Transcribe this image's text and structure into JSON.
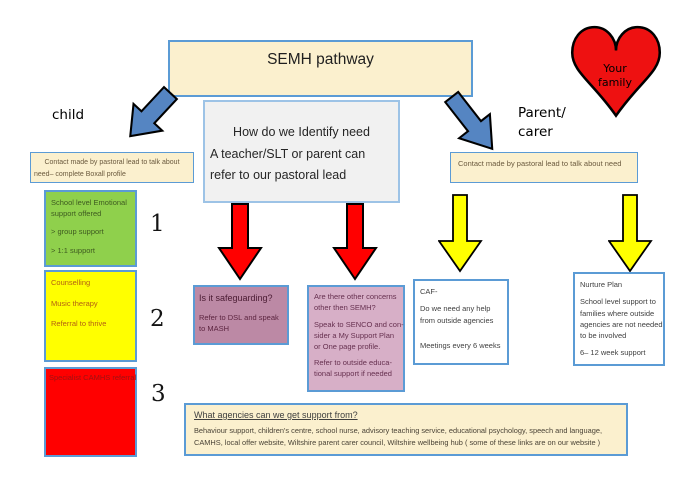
{
  "title_box": {
    "label": "SEMH pathway"
  },
  "heart": {
    "line1": "Your",
    "line2": "family"
  },
  "child_label": "child",
  "parent_label": {
    "line1": "Parent/",
    "line2": "carer"
  },
  "identify_box": {
    "lines": [
      "How do we Identify need",
      "A teacher/SLT or parent can",
      "refer to our pastoral lead"
    ]
  },
  "contact_child_box": {
    "lines": [
      "Contact made by pastoral lead to talk about",
      "need– complete Boxall profile"
    ]
  },
  "contact_parent_box": {
    "lines": [
      "Contact made by pastoral lead to talk about need"
    ]
  },
  "support_levels": {
    "level1": {
      "number": "1",
      "lines": [
        "School level Emotional",
        "support offered",
        "> group support",
        "> 1:1 support"
      ]
    },
    "level2": {
      "number": "2",
      "lines": [
        "Counselling",
        "Music therapy",
        "Referral to thrive"
      ]
    },
    "level3": {
      "number": "3",
      "lines": [
        "Specialist CAMHS referral"
      ]
    }
  },
  "safeguarding_box": {
    "heading": "Is it safeguarding?",
    "lines": [
      "Refer to DSL and speak",
      "to MASH"
    ]
  },
  "concerns_box": {
    "paragraphs": [
      [
        "Are there other concerns",
        "other then SEMH?"
      ],
      [
        "Speak to SENCO and con-",
        "sider a My Support Plan",
        "or One page profile."
      ],
      [
        "Refer to outside educa-",
        "tional support if needed"
      ]
    ]
  },
  "caf_box": {
    "paragraphs": [
      [
        "CAF-"
      ],
      [
        "Do we need any help",
        "from outside agencies"
      ],
      [
        "Meetings every 6 weeks"
      ]
    ]
  },
  "nurture_box": {
    "paragraphs": [
      [
        "Nurture Plan"
      ],
      [
        "School level support to",
        "families where outside",
        "agencies are not needed",
        "to be involved"
      ],
      [
        "6– 12 week support"
      ]
    ]
  },
  "agencies_box": {
    "heading": "What agencies can we get support from?",
    "lines": [
      "Behaviour support, children's centre, school nurse, advisory teaching service, educational psychology, speech and language,",
      "CAMHS, local offer website, Wiltshire parent carer council, Wiltshire wellbeing hub ( some of these links are on our website )"
    ]
  },
  "colors": {
    "cream": "#FBF0CE",
    "border_blue": "#5B9BD5",
    "gray_fill": "#F1F1F1",
    "green": "#8FD04C",
    "yellow": "#FFFF00",
    "red": "#FF0000",
    "mauve": "#BC89A5",
    "pink": "#D7AFC7",
    "arrow_blue": "#5585C2",
    "heart_red": "#EE1111"
  }
}
